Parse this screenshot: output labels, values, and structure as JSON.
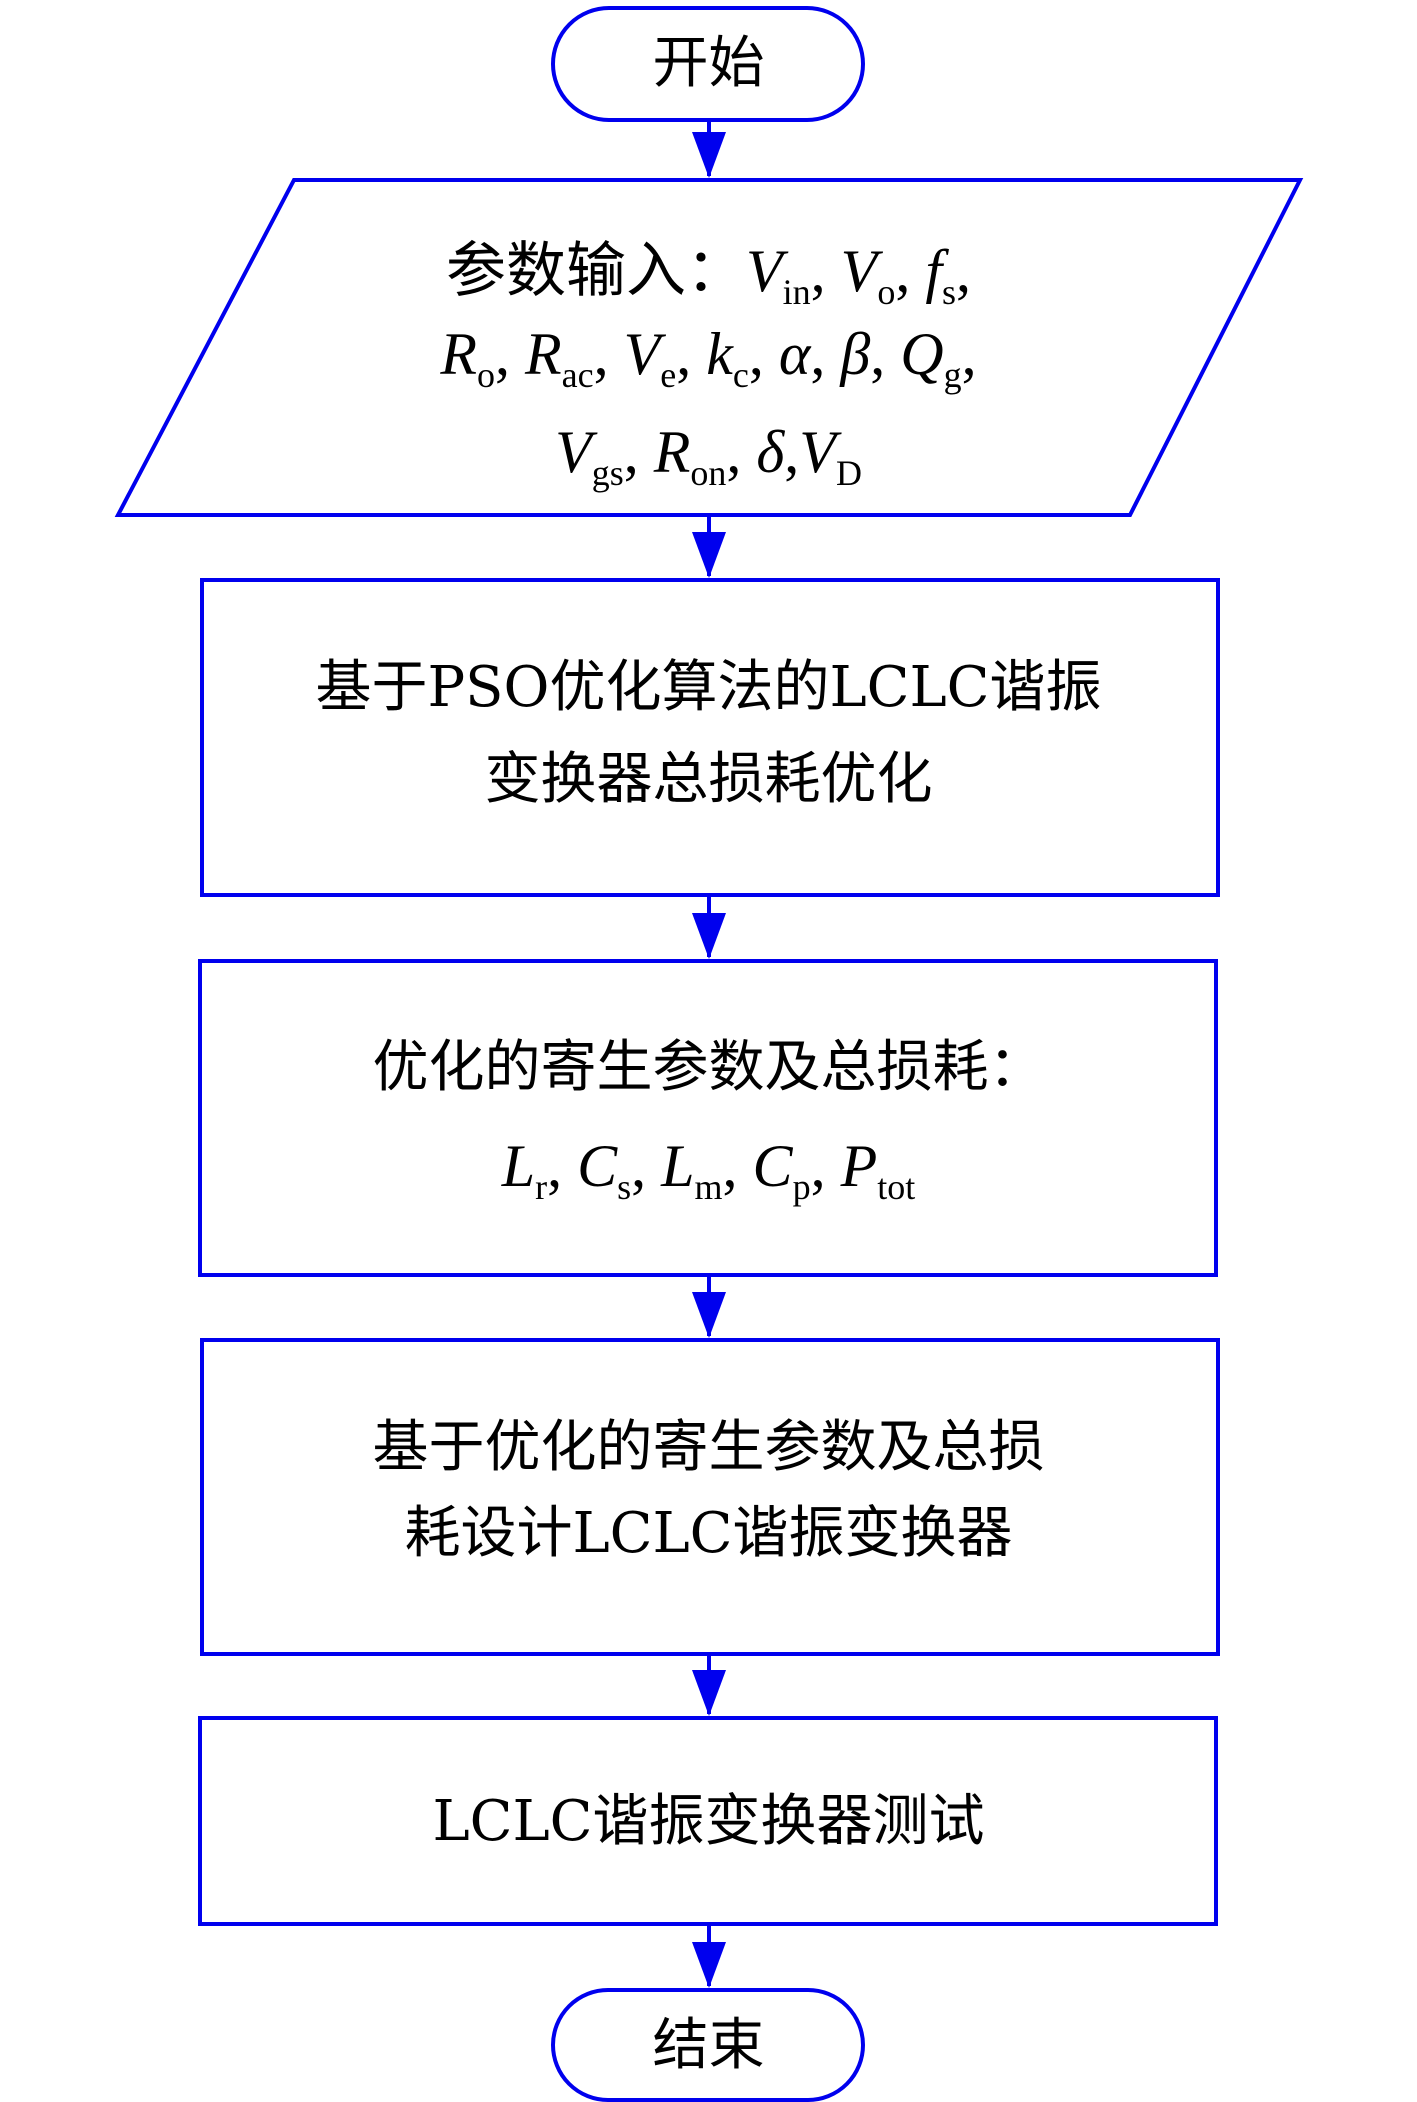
{
  "colors": {
    "shape_stroke": "#0000ee",
    "arrow": "#0000ee",
    "text": "#000000"
  },
  "start": {
    "label": "开始"
  },
  "input": {
    "prefix": "参数输入：",
    "line1": [
      {
        "sym": "V",
        "sub": "in"
      },
      {
        "sym": "V",
        "sub": "o"
      },
      {
        "sym": "f",
        "sub": "s"
      }
    ],
    "line2": [
      {
        "sym": "R",
        "sub": "o"
      },
      {
        "sym": "R",
        "sub": "ac"
      },
      {
        "sym": "V",
        "sub": "e"
      },
      {
        "sym": "k",
        "sub": "c"
      },
      {
        "sym": "α",
        "sub": ""
      },
      {
        "sym": "β",
        "sub": ""
      },
      {
        "sym": "Q",
        "sub": "g"
      }
    ],
    "line3": [
      {
        "sym": "V",
        "sub": "gs"
      },
      {
        "sym": "R",
        "sub": "on"
      },
      {
        "sym": "δ",
        "sub": ""
      },
      {
        "sym": "V",
        "sub": "D"
      }
    ]
  },
  "step1": {
    "line1": "基于PSO优化算法的LCLC谐振",
    "line2": "变换器总损耗优化"
  },
  "step2": {
    "line1": "优化的寄生参数及总损耗：",
    "params": [
      {
        "sym": "L",
        "sub": "r"
      },
      {
        "sym": "C",
        "sub": "s"
      },
      {
        "sym": "L",
        "sub": "m"
      },
      {
        "sym": "C",
        "sub": "p"
      },
      {
        "sym": "P",
        "sub": "tot"
      }
    ]
  },
  "step3": {
    "line1": "基于优化的寄生参数及总损",
    "line2": "耗设计LCLC谐振变换器"
  },
  "step4": {
    "line1": "LCLC谐振变换器测试"
  },
  "end": {
    "label": "结束"
  }
}
